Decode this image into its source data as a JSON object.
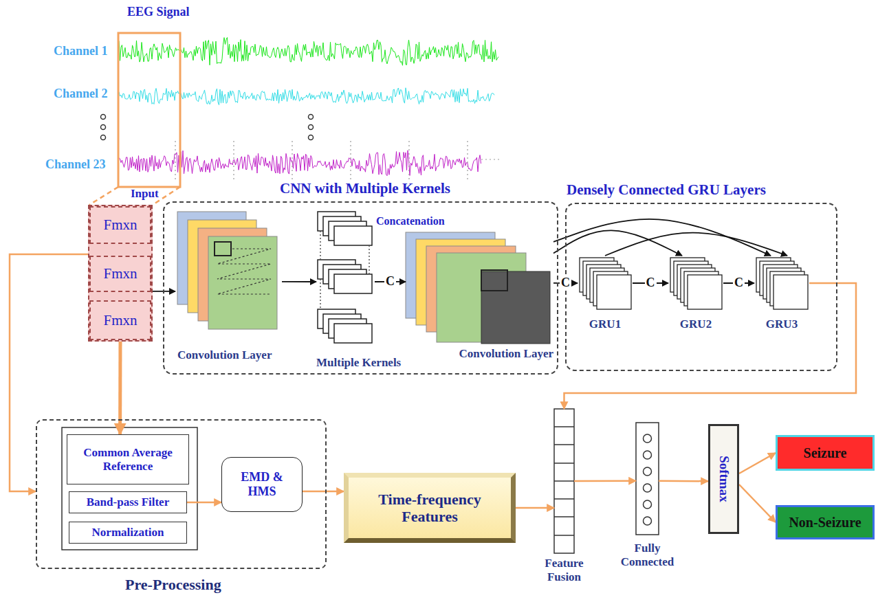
{
  "diagram": {
    "title": "EEG Signal",
    "nodes": [
      {
        "text": [
          "Input"
        ]
      },
      {
        "text": [
          "Fmxn"
        ],
        "in": 0
      },
      {
        "text": [
          "Fmxn"
        ],
        "in": 0
      },
      {
        "text": [
          "Fmxn"
        ],
        "in": 0
      },
      {
        "text": [
          "CNN with Multiple Kernels"
        ]
      },
      {
        "text": [
          "Convolution Layer"
        ],
        "in": 4
      },
      {
        "text": [
          "Multiple Kernels"
        ],
        "in": 4
      },
      {
        "text": [
          "Convolution Layer"
        ],
        "in": 4
      },
      {
        "text": [
          "Densely Connected GRU Layers"
        ]
      },
      {
        "text": [
          "GRU1"
        ],
        "in": 8
      },
      {
        "text": [
          "GRU2"
        ],
        "in": 8
      },
      {
        "text": [
          "GRU3"
        ],
        "in": 8
      },
      {
        "text": [
          "Pre-Processing"
        ]
      },
      {
        "text": [
          "Common Average Reference"
        ],
        "in": 12
      },
      {
        "text": [
          "Band-pass Filter"
        ],
        "in": 12
      },
      {
        "text": [
          "Normalization"
        ],
        "in": 12
      },
      {
        "text": [
          "EMD & HMS"
        ],
        "in": 12
      },
      {
        "text": [
          "Time-frequency Features"
        ]
      },
      {
        "text": [
          "Feature Fusion"
        ]
      },
      {
        "text": [
          "Fully Connected"
        ]
      },
      {
        "text": [
          "Softmax"
        ]
      },
      {
        "text": [
          "Seizure"
        ]
      },
      {
        "text": [
          "Non-Seizure"
        ]
      }
    ],
    "edges": [
      {
        "from": 0,
        "to": 5,
        "arrow": "to"
      },
      {
        "from": 5,
        "to": 6,
        "arrow": "to"
      },
      {
        "from": 6,
        "to": 7,
        "label": "C",
        "arrow": "to"
      },
      {
        "from": 7,
        "to": 9,
        "label": "C",
        "arrow": "to"
      },
      {
        "from": 7,
        "to": 10,
        "arrow": "to"
      },
      {
        "from": 7,
        "to": 11,
        "arrow": "to"
      },
      {
        "from": 9,
        "to": 10,
        "label": "C",
        "arrow": "to"
      },
      {
        "from": 10,
        "to": 11,
        "label": "C",
        "arrow": "to"
      },
      {
        "from": 9,
        "to": 11,
        "arrow": "to"
      },
      {
        "from": 11,
        "to": 18,
        "arrow": "to"
      },
      {
        "from": 0,
        "to": 12,
        "arrow": "to"
      },
      {
        "from": 3,
        "to": 13,
        "arrow": "to"
      },
      {
        "from": 14,
        "to": 16,
        "arrow": "to"
      },
      {
        "from": 16,
        "to": 17,
        "arrow": "to"
      },
      {
        "from": 17,
        "to": 18,
        "arrow": "to"
      },
      {
        "from": 18,
        "to": 19,
        "arrow": "to"
      },
      {
        "from": 19,
        "to": 20,
        "arrow": "to"
      },
      {
        "from": 20,
        "to": 21,
        "arrow": "to"
      },
      {
        "from": 20,
        "to": 22,
        "arrow": "to"
      }
    ],
    "labels": [
      "Channel 1",
      "Channel 2",
      "Channel 23",
      "Concatenation"
    ]
  }
}
